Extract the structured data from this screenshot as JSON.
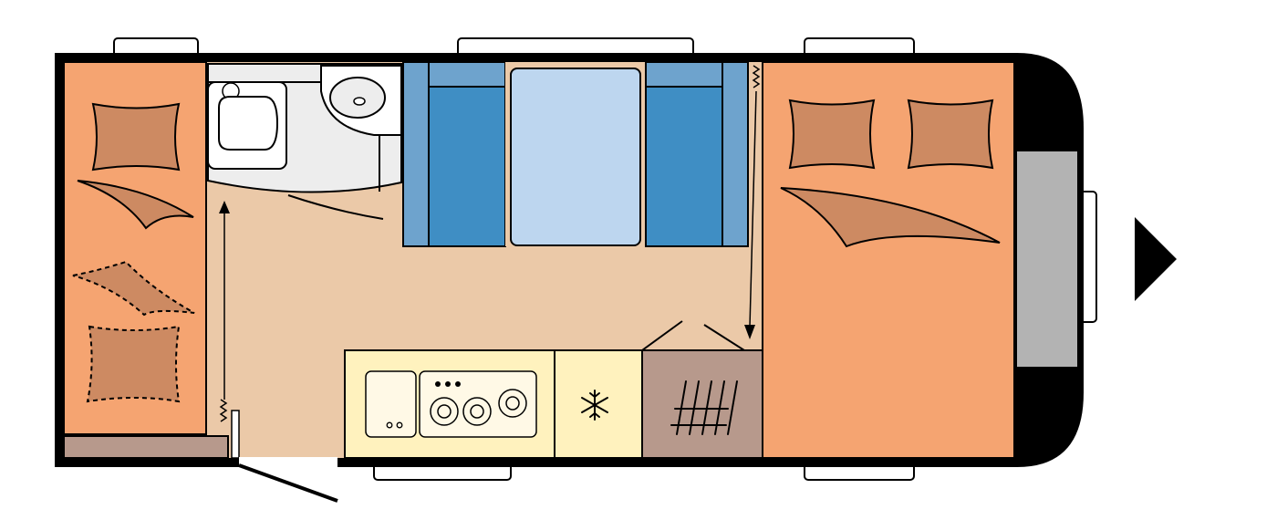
{
  "floorplan": {
    "zones": [
      {
        "id": "rear-bed"
      },
      {
        "id": "bathroom"
      },
      {
        "id": "dinette"
      },
      {
        "id": "corridor"
      },
      {
        "id": "kitchen"
      },
      {
        "id": "fridge"
      },
      {
        "id": "wardrobe"
      },
      {
        "id": "front-bed"
      },
      {
        "id": "front-storage"
      }
    ],
    "colors": {
      "outline": "#000000",
      "bed": "#f5a471",
      "pillow": "#cd8a62",
      "floor": "#ebc9a8",
      "bathroom": "#ededed",
      "seat_light": "#6ea3cd",
      "seat_dark": "#3f8ec4",
      "table": "#bdd6ef",
      "kitchen": "#fff2be",
      "cabinet": "#b7998c",
      "storage": "#b3b3b3"
    },
    "icons": [
      "sink-icon",
      "stove-icon",
      "snowflake-icon",
      "direction-arrow-icon"
    ]
  }
}
